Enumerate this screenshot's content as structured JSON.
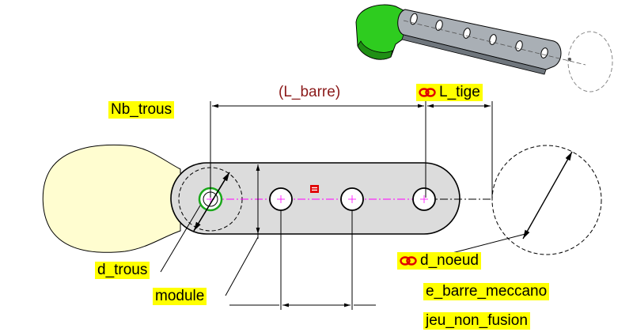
{
  "labels": {
    "l_barre": "(L_barre)",
    "nb_trous": "Nb_trous",
    "l_tige": "L_tige",
    "d_trous": "d_trous",
    "module": "module",
    "d_noeud": "d_noeud",
    "e_barre_meccano": "e_barre_meccano",
    "jeu_non_fusion": "jeu_non_fusion"
  },
  "icons": {
    "link": "chain-link-icon",
    "equal": "equal-symbol-icon"
  },
  "colors": {
    "tag_background": "#ffff00",
    "dimension_text": "#8b1a1a",
    "link_icon": "#e00000",
    "part_fill": "#fffdd0",
    "bar_fill": "#dcdcdc",
    "iso_bar": "#9aa0a6",
    "iso_green": "#2ecc1f",
    "axis_line": "#ff00ff"
  }
}
